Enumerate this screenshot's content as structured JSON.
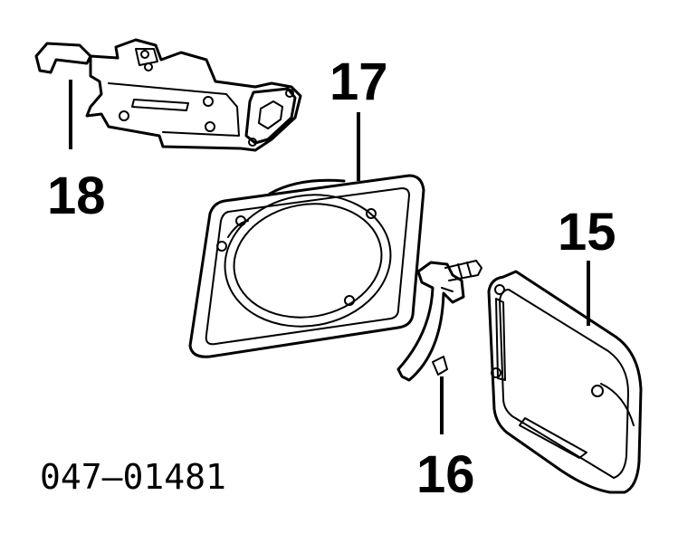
{
  "callouts": {
    "c18": "18",
    "c17": "17",
    "c15": "15",
    "c16": "16"
  },
  "part_number": "047–01481"
}
